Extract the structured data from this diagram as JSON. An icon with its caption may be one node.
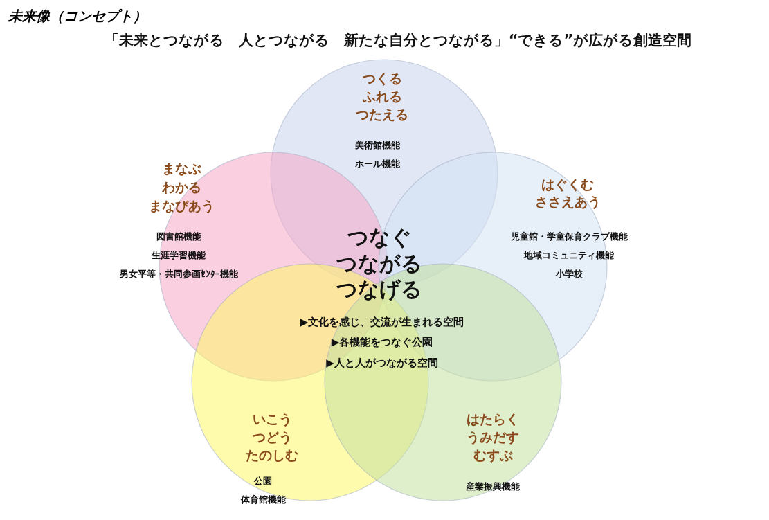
{
  "diagram": {
    "title": "未来像（コンセプト）",
    "nodes": [
      {
        "text": [
          "つくる",
          "ふれる",
          "つたえる",
          "美術館機能",
          "ホール機能"
        ]
      },
      {
        "text": [
          "まなぶ",
          "わかる",
          "まなびあう",
          "図書館機能",
          "生涯学習機能",
          "男女平等・共同参画ｾﾝﾀｰ機能"
        ]
      },
      {
        "text": [
          "はぐくむ",
          "ささえあう",
          "児童館・学童保育クラブ機能",
          "地域コミュニティ機能",
          "小学校"
        ]
      },
      {
        "text": [
          "いこう",
          "つどう",
          "たのしむ",
          "公園",
          "体育館機能"
        ]
      },
      {
        "text": [
          "はたらく",
          "うみだす",
          "むすぶ",
          "産業振興機能"
        ]
      }
    ],
    "labels": [
      "「未来とつながる　人とつながる　新たな自分とつながる」“できる”が広がる創造空間",
      "つなぐ",
      "つながる",
      "つなげる",
      "▶文化を感じ、交流が生まれる空間",
      "▶各機能をつなぐ公園",
      "▶人と人がつながる空間"
    ]
  }
}
